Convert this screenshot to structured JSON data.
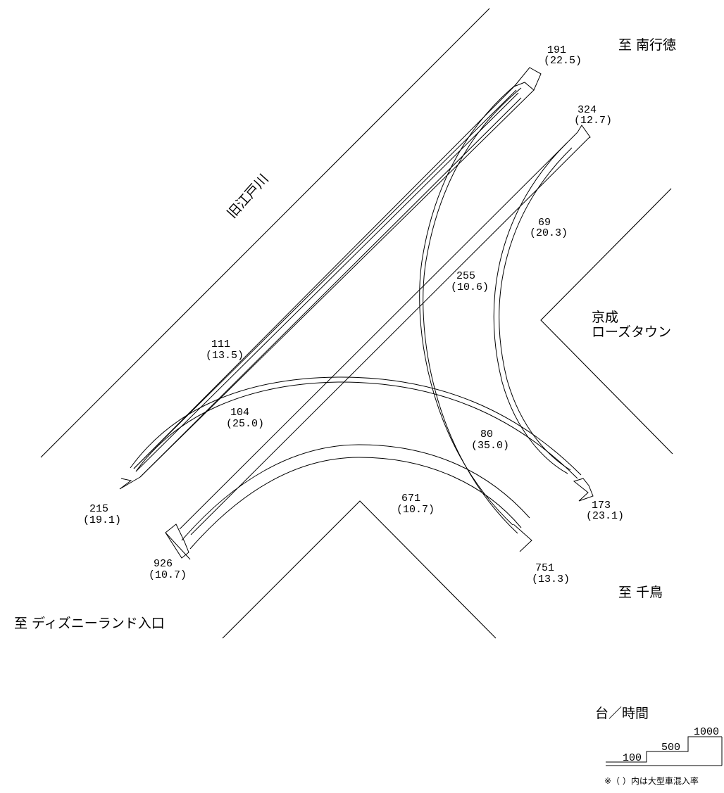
{
  "destinations": {
    "minami_gyotoku": "至 南行徳",
    "chidori": "至 千鳥",
    "disney": "至 ディズニーランド入口",
    "keisei_line1": "京成",
    "keisei_line2": "ローズタウン"
  },
  "river": "旧江戸川",
  "flows": [
    {
      "id": "ne-out",
      "volume": "191",
      "large_ratio": "(22.5)"
    },
    {
      "id": "ne-in",
      "volume": "324",
      "large_ratio": "(12.7)"
    },
    {
      "id": "ne-se",
      "volume": "69",
      "large_ratio": "(20.3)"
    },
    {
      "id": "ne-sw",
      "volume": "255",
      "large_ratio": "(10.6)"
    },
    {
      "id": "sw-ne",
      "volume": "111",
      "large_ratio": "(13.5)"
    },
    {
      "id": "sw-se",
      "volume": "104",
      "large_ratio": "(25.0)"
    },
    {
      "id": "s-ne",
      "volume": "80",
      "large_ratio": "(35.0)"
    },
    {
      "id": "s-sw",
      "volume": "671",
      "large_ratio": "(10.7)"
    },
    {
      "id": "se-out",
      "volume": "173",
      "large_ratio": "(23.1)"
    },
    {
      "id": "sw-in",
      "volume": "215",
      "large_ratio": "(19.1)"
    },
    {
      "id": "sw-out",
      "volume": "926",
      "large_ratio": "(10.7)"
    },
    {
      "id": "s-in",
      "volume": "751",
      "large_ratio": "(13.3)"
    }
  ],
  "legend": {
    "unit": "台／時間",
    "steps": [
      "100",
      "500",
      "1000"
    ],
    "note": "※（ ）内は大型車混入率"
  }
}
